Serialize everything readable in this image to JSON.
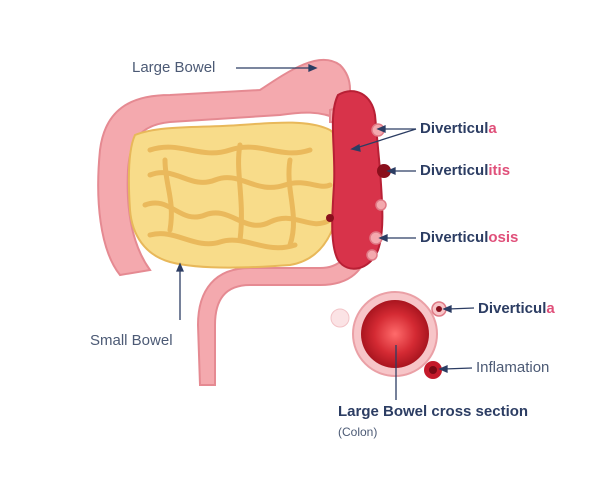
{
  "labels": {
    "large_bowel": "Large Bowel",
    "small_bowel": "Small Bowel",
    "diverticula_top": {
      "base": "Diverticul",
      "suffix": "a"
    },
    "diverticulitis": {
      "base": "Diverticul",
      "suffix": "itis"
    },
    "diverticulosis": {
      "base": "Diverticul",
      "suffix": "osis"
    },
    "diverticula_cross": {
      "base": "Diverticul",
      "suffix": "a"
    },
    "inflamation": "Inflamation",
    "cross_section_title": "Large Bowel cross section",
    "cross_section_sub": "(Colon)"
  },
  "colors": {
    "accent": "#e0507a",
    "text_dark": "#2c3d63",
    "colon_pink": "#f4a9ae",
    "small_bowel_yellow": "#f8dc8a",
    "inflamed_red": "#d8334a"
  }
}
